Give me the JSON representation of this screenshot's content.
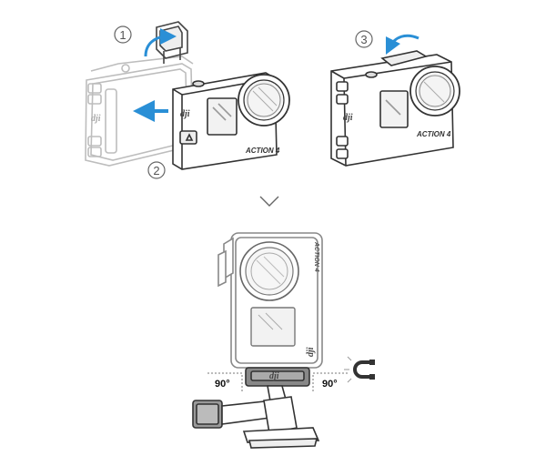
{
  "steps": {
    "step1": "1",
    "step2": "2",
    "step3": "3"
  },
  "bottom": {
    "angle_left": "90°",
    "angle_right": "90°"
  },
  "branding": {
    "logo": "dji",
    "model": "ACTION 4"
  },
  "icons": {
    "rotate_arrow": "curved-arrow-icon",
    "slide_arrow": "arrow-left-icon",
    "next_step": "chevron-down-icon",
    "magnet": "magnet-icon"
  },
  "colors": {
    "arrow": "#2a8fd6",
    "line": "#444444",
    "faded_line": "#bdbdbd"
  }
}
